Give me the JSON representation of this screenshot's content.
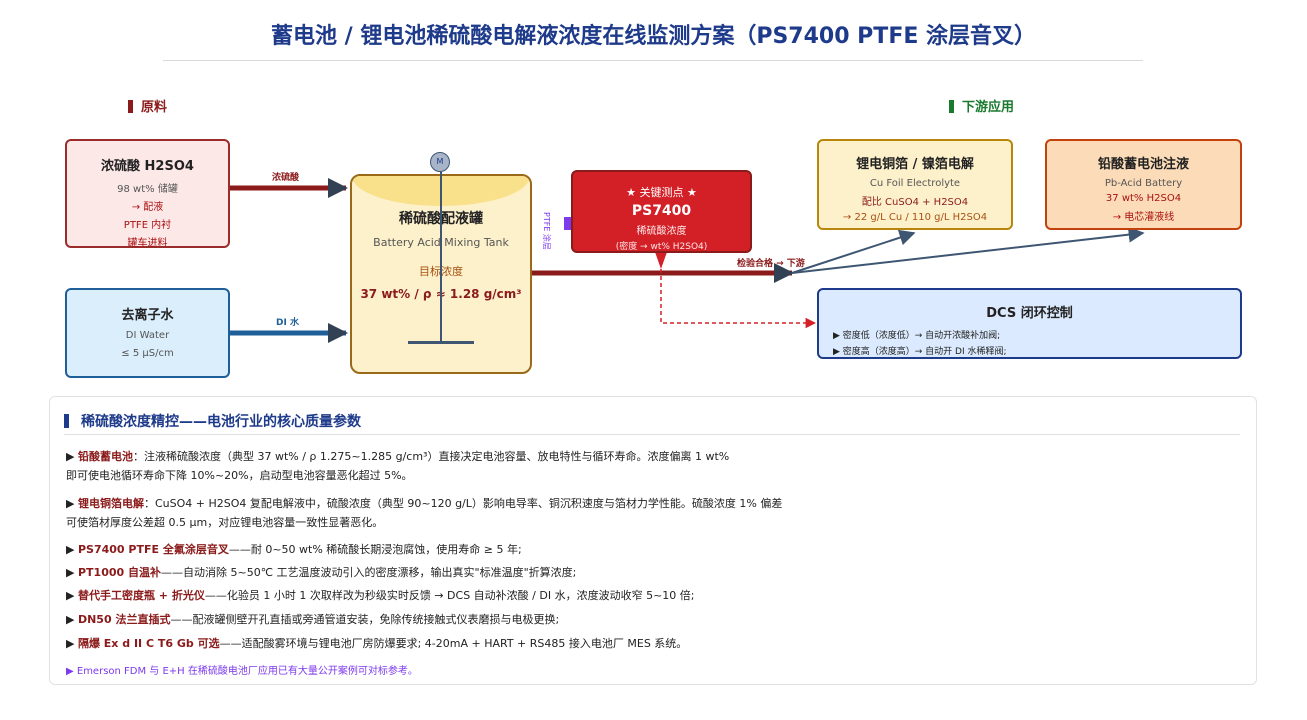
{
  "title": "蓄电池 / 锂电池稀硫酸电解液浓度在线监测方案（PS7400 PTFE 涂层音叉）",
  "sections": {
    "raw": "原料",
    "downstream": "下游应用"
  },
  "colors": {
    "navy": "#1e3a8a",
    "red_accent": "#8b1a1a",
    "green_accent": "#1a7a2e",
    "key_point": "#d32027"
  },
  "acid": {
    "title": "浓硫酸 H2SO4",
    "line1": "98 wt% 储罐",
    "line2": "→ 配液",
    "line3": "PTFE 内衬",
    "line4": "罐车进料",
    "pipe_label": "浓硫酸"
  },
  "water": {
    "title": "去离子水",
    "line1": "DI Water",
    "line2": "≤ 5 μS/cm",
    "pipe_label": "DI 水"
  },
  "tank": {
    "motor": "M",
    "title": "稀硫酸配液罐",
    "subtitle": "Battery Acid Mixing Tank",
    "target_label": "目标浓度",
    "target_value": "37 wt% / ρ ≈ 1.28 g/cm³"
  },
  "sensor": {
    "side_label": "PTFE 涂层",
    "star_label": "★ 关键测点 ★",
    "model": "PS7400",
    "line1": "稀硫酸浓度",
    "line2": "(密度 → wt% H2SO4)"
  },
  "outlet_label": "检验合格 → 下游",
  "copper": {
    "title": "锂电铜箔 / 镍箔电解",
    "line1": "Cu Foil Electrolyte",
    "line2": "配比 CuSO4 + H2SO4",
    "line3": "→ 22 g/L Cu / 110 g/L H2SO4"
  },
  "lead": {
    "title": "铅酸蓄电池注液",
    "line1": "Pb-Acid Battery",
    "line2": "37 wt% H2SO4",
    "line3": "→ 电芯灌液线"
  },
  "dcs": {
    "title": "DCS 闭环控制",
    "line1": "▶ 密度低（浓度低）→ 自动开浓酸补加阀;",
    "line2": "▶ 密度高（浓度高）→ 自动开 DI 水稀释阀;"
  },
  "info": {
    "title": "稀硫酸浓度精控——电池行业的核心质量参数",
    "p1_key": "铅酸蓄电池",
    "p1_text": "：注液稀硫酸浓度（典型 37 wt% / ρ 1.275~1.285 g/cm³）直接决定电池容量、放电特性与循环寿命。浓度偏离 1 wt%",
    "p1_text2": "即可使电池循环寿命下降 10%~20%，启动型电池容量恶化超过 5%。",
    "p2_key": "锂电铜箔电解",
    "p2_text": "：CuSO4 + H2SO4 复配电解液中，硫酸浓度（典型 90~120 g/L）影响电导率、铜沉积速度与箔材力学性能。硫酸浓度 1% 偏差",
    "p2_text2": "可使箔材厚度公差超 0.5 μm，对应锂电池容量一致性显著恶化。",
    "b1_key": "PS7400 PTFE 全氟涂层音叉",
    "b1_text": "——耐 0~50 wt% 稀硫酸长期浸泡腐蚀，使用寿命 ≥ 5 年;",
    "b2_key": "PT1000 自温补",
    "b2_text": "——自动消除 5~50℃ 工艺温度波动引入的密度漂移，输出真实\"标准温度\"折算浓度;",
    "b3_key": "替代手工密度瓶 + 折光仪",
    "b3_text": "——化验员 1 小时 1 次取样改为秒级实时反馈 → DCS 自动补浓酸 / DI 水，浓度波动收窄 5~10 倍;",
    "b4_key": "DN50 法兰直插式",
    "b4_text": "——配液罐侧壁开孔直插或旁通管道安装，免除传统接触式仪表磨损与电极更换;",
    "b5_key": "隔爆 Ex d II C T6 Gb 可选",
    "b5_text": "——适配酸雾环境与锂电池厂房防爆要求; 4-20mA + HART + RS485 接入电池厂 MES 系统。",
    "footnote": "▶ Emerson FDM 与 E+H 在稀硫酸电池厂应用已有大量公开案例可对标参考。"
  }
}
